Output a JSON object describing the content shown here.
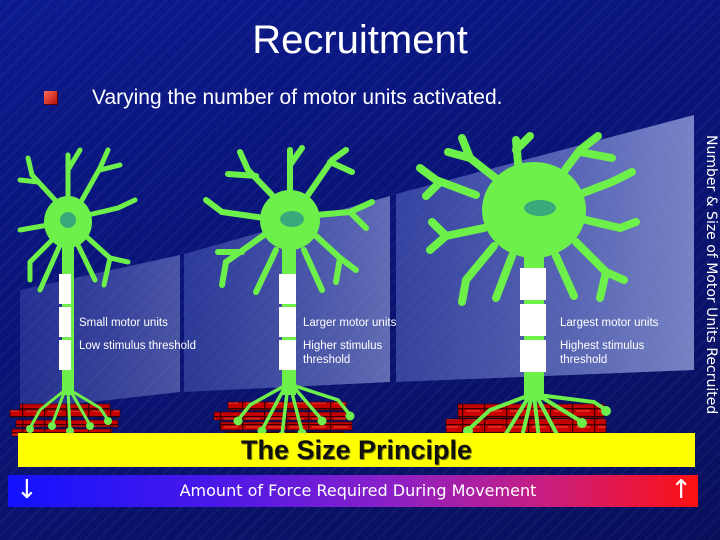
{
  "slide": {
    "title": "Recruitment",
    "bullet": "Varying the number of motor units activated.",
    "vertical_label": "Number & Size of Motor Units Recruited",
    "banner": "The Size Principle",
    "force_bar": {
      "down_arrow": "↓",
      "label": "Amount of Force Required During Movement",
      "up_arrow": "↑"
    }
  },
  "neurons": [
    {
      "id": "small",
      "caption_line1": "Small motor units",
      "caption_line2": "Low stimulus threshold"
    },
    {
      "id": "larger",
      "caption_line1": "Larger motor units",
      "caption_line2": "Higher stimulus threshold"
    },
    {
      "id": "largest",
      "caption_line1": "Largest motor units",
      "caption_line2": "Highest stimulus threshold"
    }
  ],
  "colors": {
    "neuron": "#6ef04a",
    "nucleus": "#3aa87a",
    "myelin": "#ffffff",
    "muscle": "#c40000",
    "banner": "#ffff00",
    "background": "#0a1477"
  }
}
